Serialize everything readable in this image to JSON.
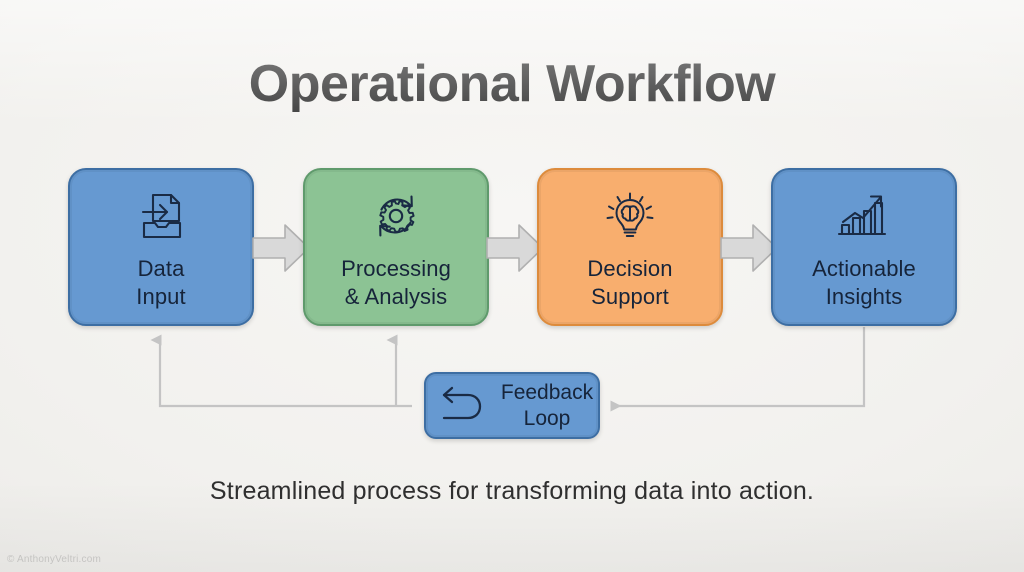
{
  "page": {
    "title": "Operational Workflow",
    "caption": "Streamlined process for transforming data into action.",
    "watermark": "© AnthonyVeltri.com",
    "background_color": "#f2f1ee"
  },
  "colors": {
    "blue": "#6699d1",
    "blue_border": "#3d6ea3",
    "green": "#8cc394",
    "green_border": "#5f9a6c",
    "orange": "#f8ae6e",
    "orange_border": "#dd8b3c",
    "icon_stroke": "#1a2b45",
    "arrow_fill": "#d6d6d6",
    "arrow_stroke": "#b3b3b3",
    "connector": "#c4c4c4",
    "title_color": "#3b3b3b",
    "caption_color": "#2f2f2f"
  },
  "nodes": [
    {
      "id": "data-input",
      "label": "Data\nInput",
      "icon": "document-import-icon",
      "fill": "#6699d1",
      "border": "#3d6ea3"
    },
    {
      "id": "processing-analysis",
      "label": "Processing\n& Analysis",
      "icon": "gear-refresh-icon",
      "fill": "#8cc394",
      "border": "#5f9a6c"
    },
    {
      "id": "decision-support",
      "label": "Decision\nSupport",
      "icon": "lightbulb-brain-icon",
      "fill": "#f8ae6e",
      "border": "#dd8b3c"
    },
    {
      "id": "actionable-insights",
      "label": "Actionable\nInsights",
      "icon": "bar-chart-growth-icon",
      "fill": "#6699d1",
      "border": "#3d6ea3"
    }
  ],
  "connectors": [
    {
      "id": "arrow-1",
      "from": "data-input",
      "to": "processing-analysis",
      "style": "block-arrow-right"
    },
    {
      "id": "arrow-2",
      "from": "processing-analysis",
      "to": "decision-support",
      "style": "block-arrow-right"
    },
    {
      "id": "arrow-3",
      "from": "decision-support",
      "to": "actionable-insights",
      "style": "block-arrow-right"
    }
  ],
  "feedback": {
    "id": "feedback-loop",
    "label": "Feedback\nLoop",
    "icon": "u-turn-arrow-left-icon",
    "fill": "#6699d1",
    "border": "#3d6ea3",
    "inbound_from": "actionable-insights",
    "outbound_to": [
      "data-input",
      "processing-analysis"
    ]
  }
}
